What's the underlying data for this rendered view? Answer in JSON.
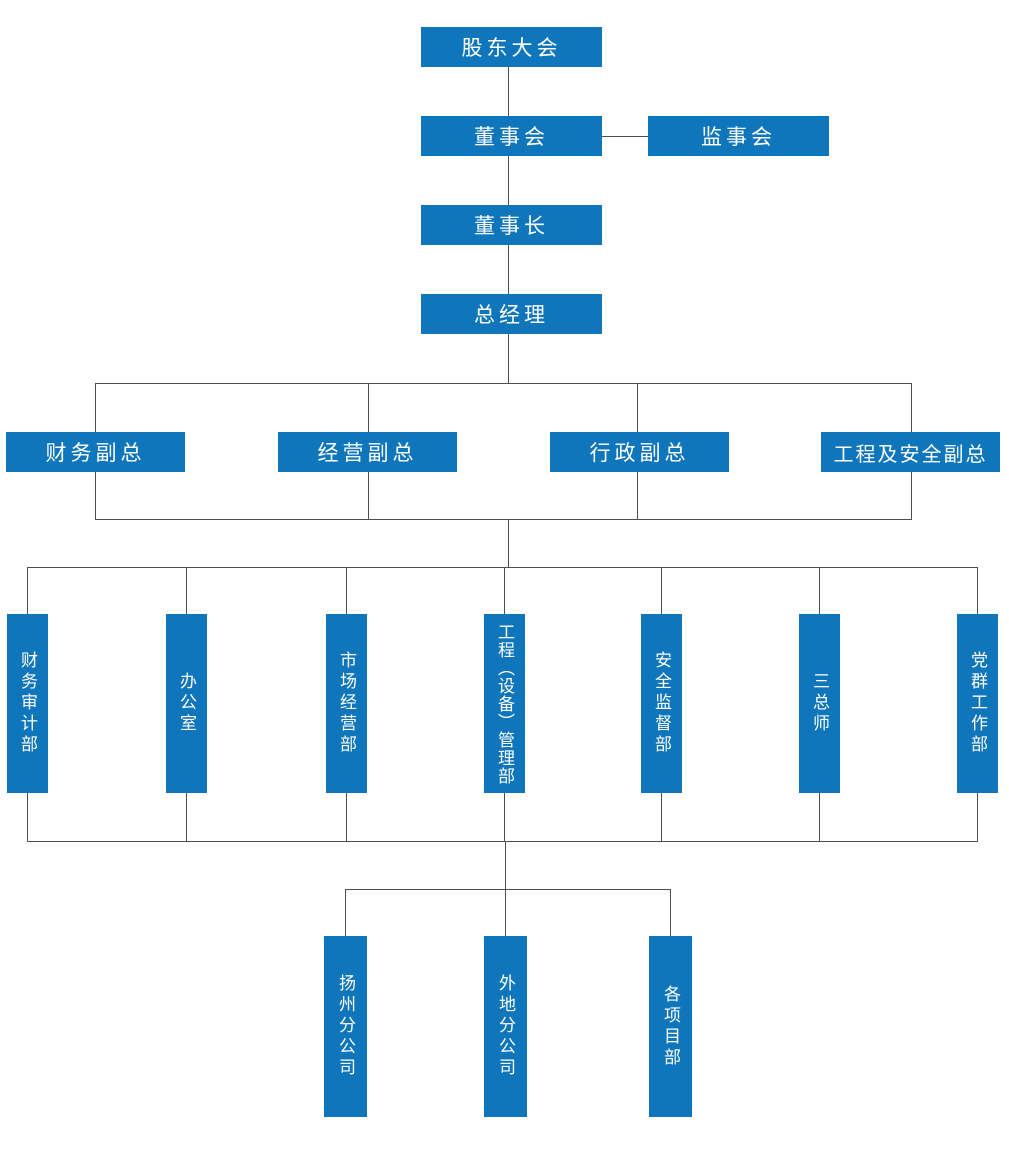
{
  "colors": {
    "node_fill": "#1076bc",
    "node_text": "#ffffff",
    "connector": "#4f4f4f",
    "background": "#ffffff"
  },
  "org_chart": {
    "type": "organization-chart",
    "nodes": {
      "shareholders_meeting": {
        "label": "股东大会"
      },
      "board_of_directors": {
        "label": "董事会"
      },
      "supervisory_board": {
        "label": "监事会"
      },
      "chairman": {
        "label": "董事长"
      },
      "general_manager": {
        "label": "总经理"
      },
      "vice_presidents": [
        {
          "label": "财务副总"
        },
        {
          "label": "经营副总"
        },
        {
          "label": "行政副总"
        },
        {
          "label": "工程及安全副总"
        }
      ],
      "departments": [
        {
          "label": "财务审计部"
        },
        {
          "label": "办公室"
        },
        {
          "label": "市场经营部"
        },
        {
          "label": "工程（设备）管理部"
        },
        {
          "label": "安全监督部"
        },
        {
          "label": "三总师"
        },
        {
          "label": "党群工作部"
        }
      ],
      "branches": [
        {
          "label": "扬州分公司"
        },
        {
          "label": "外地分公司"
        },
        {
          "label": "各项目部"
        }
      ]
    }
  }
}
